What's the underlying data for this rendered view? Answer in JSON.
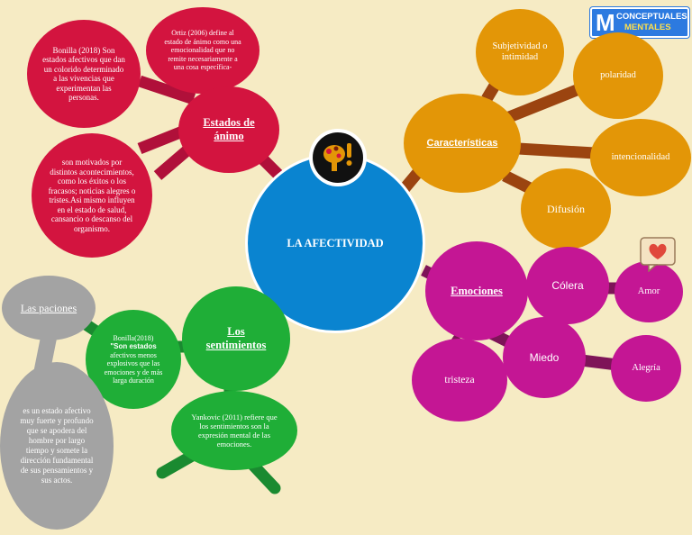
{
  "center": {
    "label": "LA AFECTIVIDAD"
  },
  "logo": {
    "letter": "M",
    "line1": "CONCEPTUALES",
    "line2": "MENTALES"
  },
  "estados": {
    "title": "Estados de ánimo",
    "bonilla": "Bonilla (2018) Son estados afectivos que dan un colorido determinado a las vivencias que experimentan las personas.",
    "ortiz": "Ortiz (2006) define al estado de ánimo como una emocionalidad que no remite necesariamente a una cosa específica-",
    "motivados": "son motivados por distintos acontecimientos, como los éxitos o los fracasos; noticias alegres o tristes.Asi mismo influyen en el estado de salud, cansancio o descanso del organismo."
  },
  "caracteristicas": {
    "title": "Características",
    "items": [
      "Subjetividad o intimidad",
      "polaridad",
      "intencionalidad",
      "Difusión"
    ]
  },
  "emociones": {
    "title": "Emociones",
    "items": [
      "Cólera",
      "Amor",
      "Miedo",
      "Alegría",
      "tristeza"
    ]
  },
  "sentimientos": {
    "title": "Los sentimientos",
    "bonilla_prefix": "Bonilla(2018)",
    "bonilla_bold": "\"Son estados",
    "bonilla_rest": "afectivos menos explosivos que las emociones y de más larga duración",
    "yankovic": "Yankovic (2011) refiere que los sentimientos son la expresión mental de las emociones."
  },
  "pasiones": {
    "title": "Las paciones",
    "desc": "es un estado afectivo muy fuerte y profundo que se apodera del hombre por largo tiempo y somete la dirección fundamental de sus pensamientos y sus actos."
  },
  "colors": {
    "background": "#f6ebc4",
    "center": "#0a84d0",
    "red": "#d3143f",
    "orange": "#e39607",
    "magenta": "#c41694",
    "green": "#1fae37",
    "gray": "#a3a3a3"
  },
  "icons": {
    "center": "brain-exclamation-icon",
    "emotion": "heart-speech-bubble-icon"
  }
}
